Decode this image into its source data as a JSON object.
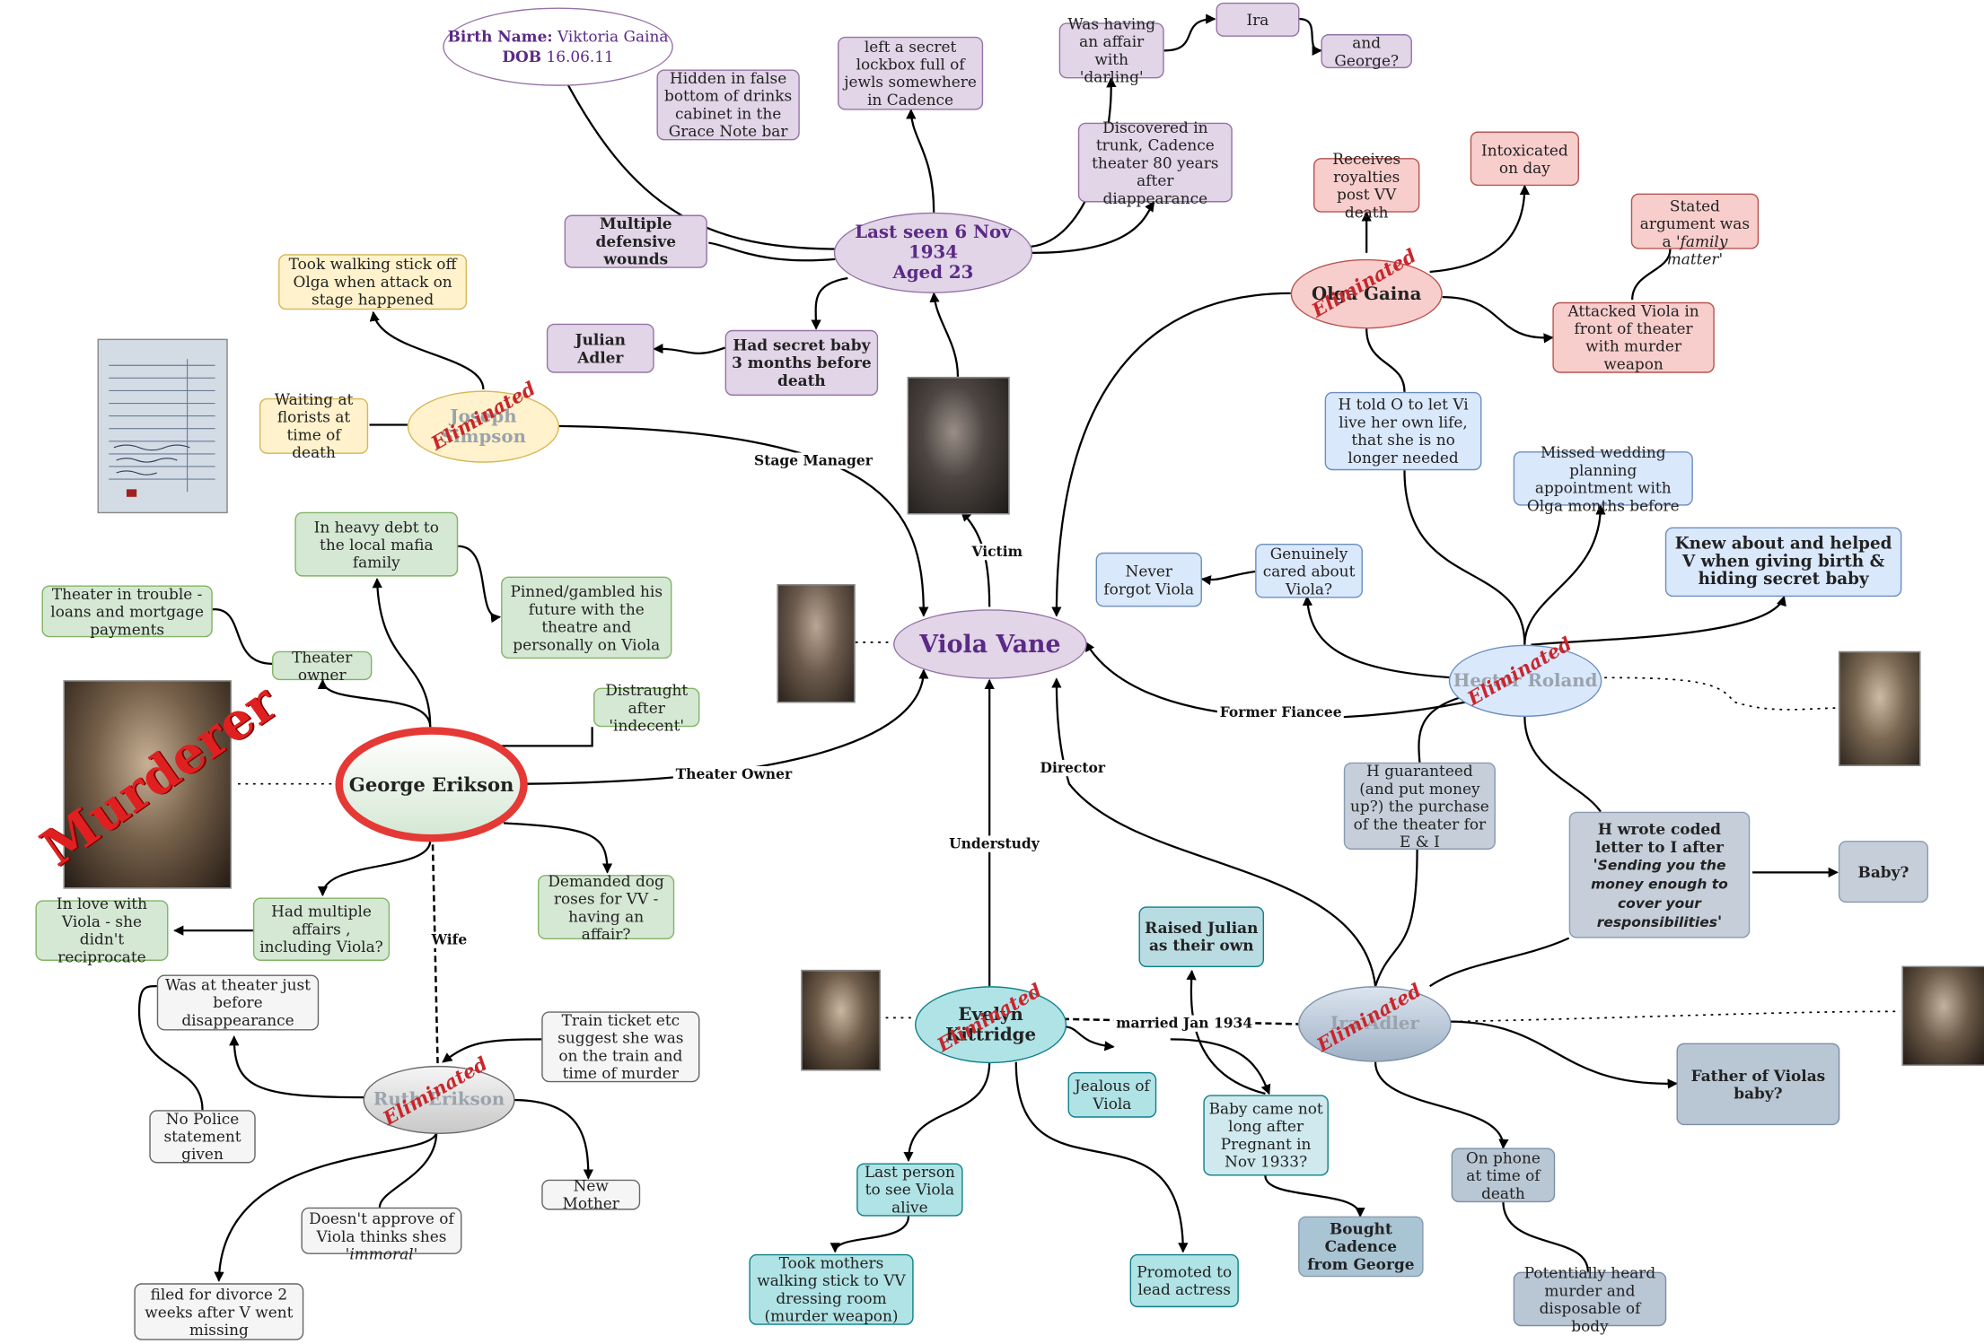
{
  "center": {
    "name": "Viola Vane"
  },
  "birth": {
    "label": "Birth Name:",
    "value": "Viktoria Gaina",
    "dob_label": "DOB",
    "dob": "16.06.11"
  },
  "last_seen": {
    "line1": "Last seen 6 Nov 1934",
    "line2": "Aged 23"
  },
  "facts": {
    "hidden_bar": "Hidden in false bottom of drinks cabinet in the Grace Note bar",
    "lockbox": "left a secret lockbox full of jewls somewhere in Cadence",
    "affair": "Was having an affair with 'darling'",
    "ira_q": "Ira",
    "george_q": "and George?",
    "discovered": "Discovered in trunk, Cadence theater 80 years after diappearance",
    "wounds": "Multiple defensive wounds",
    "secret_baby": "Had secret baby 3 months before death",
    "julian": "Julian Adler"
  },
  "olga": {
    "name": "Olga Gaina",
    "royalties": "Receives royalties post VV death",
    "intoxicated": "Intoxicated on day",
    "argument_pre": "Stated argument was a '",
    "argument_em": "family matter",
    "argument_post": "'",
    "attacked": "Attacked Viola in front of theater with murder weapon"
  },
  "hector": {
    "name": "Hector Roland",
    "told_olga": "H told O to let Vi live her own life, that she is no longer needed",
    "missed": "Missed wedding planning appointment with Olga months before",
    "knew": "Knew about and helped V when giving birth & hiding secret baby",
    "cared": "Genuinely cared about Viola?",
    "never_forgot": "Never forgot Viola",
    "guaranteed": "H guaranteed (and put money up?) the purchase of the theater for E & I",
    "letter_pre": "H wrote coded letter to I after '",
    "letter_em": "Sending you the money enough to cover your responsibilities",
    "letter_post": "'",
    "baby_q": "Baby?"
  },
  "joseph": {
    "name": "Joseph Simpson",
    "took_stick": "Took walking stick off Olga when attack on stage happened",
    "waiting": "Waiting at florists at time of death"
  },
  "george": {
    "name": "George Erikson",
    "murderer": "Murderer",
    "debt": "In heavy debt to the local mafia family",
    "pinned": "Pinned/gambled his future with the theatre and personally on Viola",
    "trouble": "Theater in trouble - loans and mortgage payments",
    "owner": "Theater owner",
    "distraught": "Distraught after 'indecent'",
    "affairs": "Had multiple affairs , including Viola?",
    "in_love": "In love with Viola - she didn't reciprocate",
    "roses": "Demanded dog roses for VV - having an affair?"
  },
  "ruth": {
    "name": "Ruth Erikson",
    "at_theater": "Was at theater just before disappearance",
    "no_police": "No Police statement given",
    "train": "Train ticket etc suggest she was on the train and time of murder",
    "new_mother": "New Mother",
    "disapprove_pre": "Doesn't approve of Viola thinks shes '",
    "disapprove_em": "immoral",
    "disapprove_post": "'",
    "divorce": "filed for divorce 2 weeks after V went missing"
  },
  "evelyn": {
    "name": "Evelyn Kittridge",
    "jealous": "Jealous of Viola",
    "last_person": "Last person to see Viola alive",
    "took_stick": "Took mothers walking stick to VV dressing room (murder weapon)",
    "promoted": "Promoted to lead actress"
  },
  "ira": {
    "name": "Ira Adler",
    "raised": "Raised Julian as their own",
    "baby_came": "Baby came not long after Pregnant in Nov 1933?",
    "bought": "Bought Cadence from George",
    "father": "Father of Violas baby?",
    "phone": "On phone at time of death",
    "heard": "Potentially heard murder and disposable of body"
  },
  "labels": {
    "eliminated": "Eliminated",
    "stage_manager": "Stage Manager",
    "victim": "Victim",
    "former_fiancee": "Former Fiancee",
    "director": "Director",
    "theater_owner": "Theater Owner",
    "understudy": "Understudy",
    "wife": "Wife",
    "married": "married Jan 1934"
  }
}
